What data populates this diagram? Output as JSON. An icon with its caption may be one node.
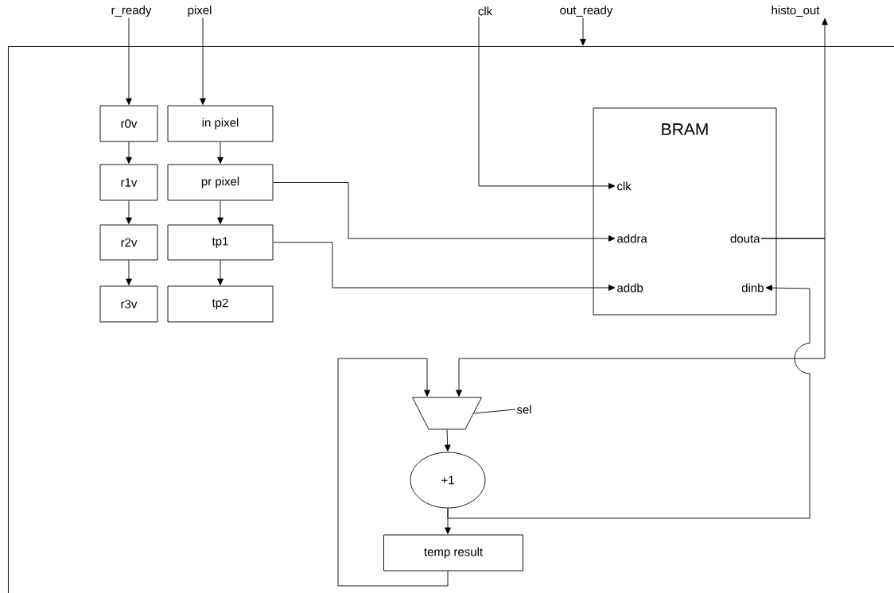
{
  "diagram": {
    "nodes": [
      {
        "text": [],
        "shape": "box"
      },
      {
        "text": [
          "r_ready"
        ]
      },
      {
        "text": [
          "pixel"
        ]
      },
      {
        "text": [
          "clk"
        ]
      },
      {
        "text": [
          "out_ready"
        ]
      },
      {
        "text": [
          "histo_out"
        ]
      },
      {
        "text": [
          "r0v"
        ],
        "in": 0
      },
      {
        "text": [
          "in pixel"
        ],
        "in": 0
      },
      {
        "text": [
          "r1v"
        ],
        "in": 0
      },
      {
        "text": [
          "pr pixel"
        ],
        "in": 0
      },
      {
        "text": [
          "r2v"
        ],
        "in": 0
      },
      {
        "text": [
          "tp1"
        ],
        "in": 0
      },
      {
        "text": [
          "r3v"
        ],
        "in": 0
      },
      {
        "text": [
          "tp2"
        ],
        "in": 0
      },
      {
        "text": [
          "BRAM"
        ],
        "in": 0
      },
      {
        "text": [
          "clk"
        ],
        "in": 14
      },
      {
        "text": [
          "addra"
        ],
        "in": 14
      },
      {
        "text": [
          "douta"
        ],
        "in": 14
      },
      {
        "text": [
          "addb"
        ],
        "in": 14
      },
      {
        "text": [
          "dinb"
        ],
        "in": 14
      },
      {
        "text": [],
        "shape": "trapezoid",
        "in": 0
      },
      {
        "text": [
          "sel"
        ],
        "in": 0
      },
      {
        "text": [
          "+1"
        ],
        "in": 0
      },
      {
        "text": [
          "temp result"
        ],
        "in": 0
      }
    ],
    "edges": [
      {
        "from": 1,
        "to": 6,
        "arrow": "to"
      },
      {
        "from": 2,
        "to": 7,
        "arrow": "to"
      },
      {
        "from": 6,
        "to": 8,
        "arrow": "to"
      },
      {
        "from": 7,
        "to": 9,
        "arrow": "to"
      },
      {
        "from": 8,
        "to": 10,
        "arrow": "to"
      },
      {
        "from": 9,
        "to": 11,
        "arrow": "to"
      },
      {
        "from": 10,
        "to": 12,
        "arrow": "to"
      },
      {
        "from": 11,
        "to": 13,
        "arrow": "to"
      },
      {
        "from": 3,
        "to": 15,
        "arrow": "to"
      },
      {
        "from": 4,
        "to": 0,
        "arrow": "to"
      },
      {
        "from": 9,
        "to": 16,
        "arrow": "to"
      },
      {
        "from": 11,
        "to": 18,
        "arrow": "to"
      },
      {
        "from": 17,
        "to": 5,
        "arrow": "to"
      },
      {
        "from": 17,
        "to": 20,
        "arrow": "to"
      },
      {
        "from": 23,
        "to": 20,
        "arrow": "to"
      },
      {
        "from": 21,
        "to": 20,
        "arrow": "none"
      },
      {
        "from": 20,
        "to": 22,
        "arrow": "to"
      },
      {
        "from": 22,
        "to": 23,
        "arrow": "to"
      },
      {
        "from": 22,
        "to": 19,
        "arrow": "to"
      }
    ]
  }
}
